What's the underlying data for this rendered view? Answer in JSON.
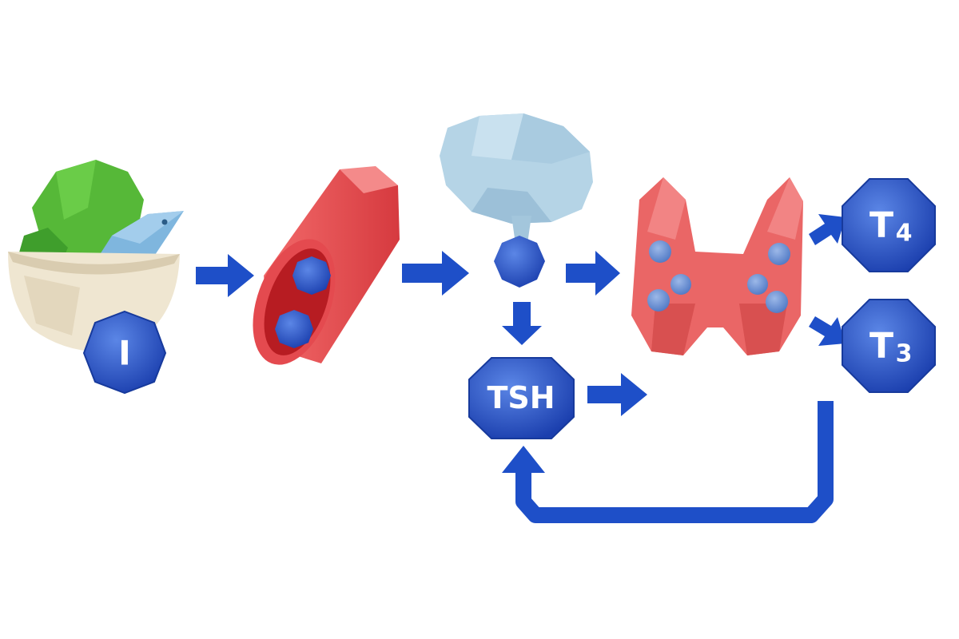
{
  "labels": {
    "iodine": "I",
    "tsh": "TSH",
    "t4_letter": "T",
    "t4_sub": "4",
    "t3_letter": "T",
    "t3_sub": "3"
  },
  "colors": {
    "accent_blue": "#1e4fc8",
    "vessel_red": "#e2474b",
    "thyroid_red": "#ea6666",
    "brain_blue": "#b5d4e6",
    "leaf_green": "#4cb034",
    "fish_blue": "#7fb6de",
    "bowl_cream": "#efe6d1"
  },
  "icons": [
    "food-bowl-icon",
    "blood-vessel-icon",
    "brain-icon",
    "pituitary-icon",
    "thyroid-gland-icon"
  ]
}
